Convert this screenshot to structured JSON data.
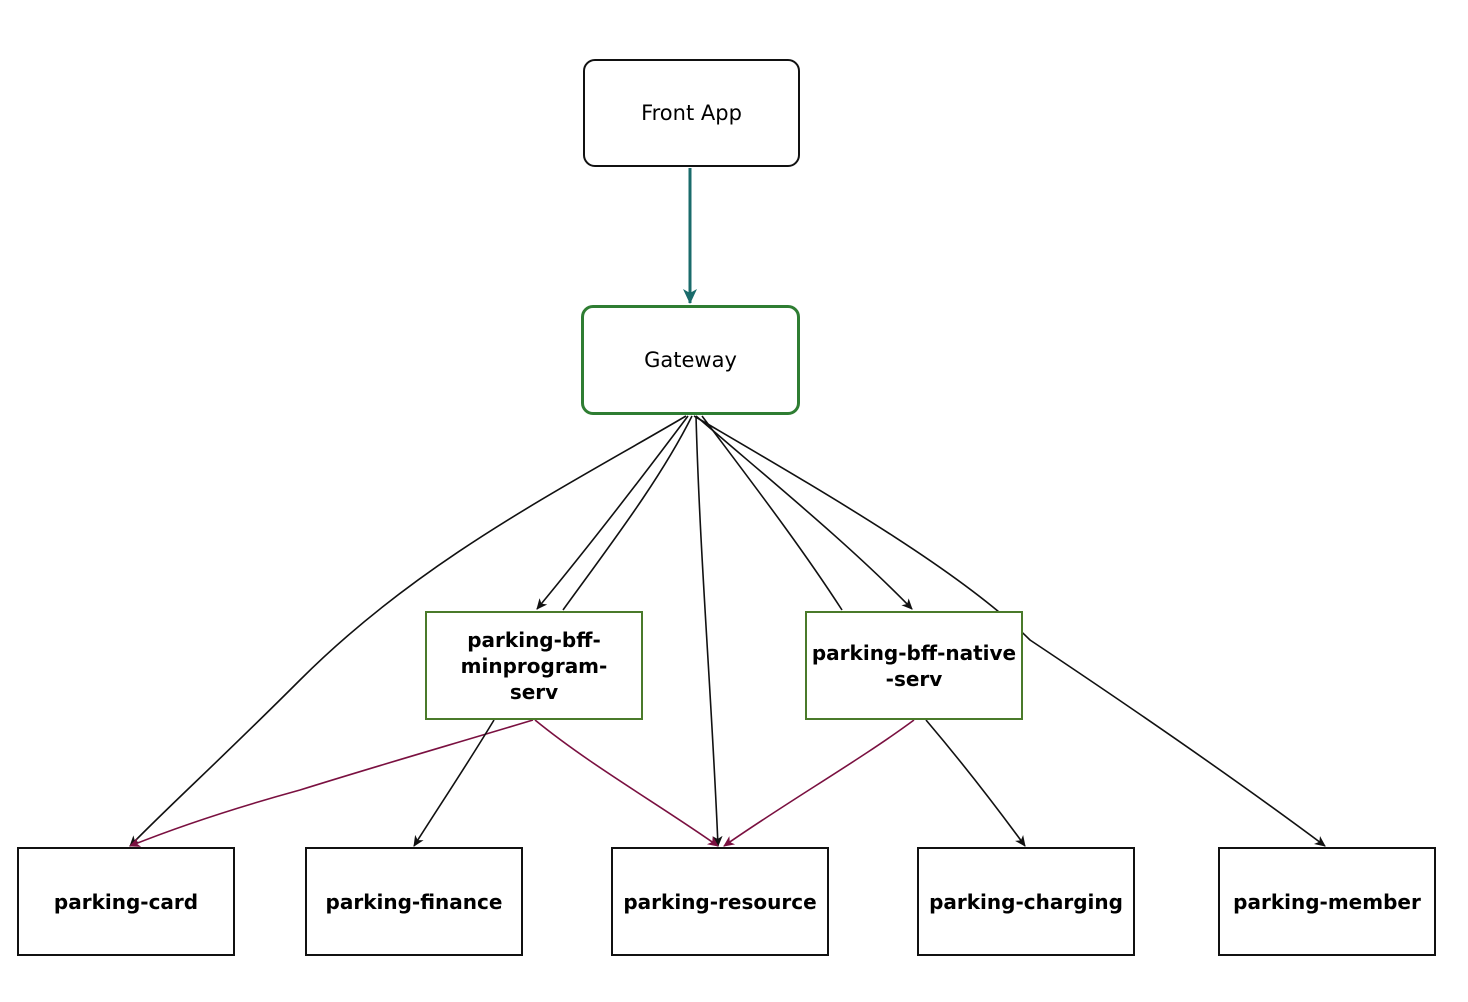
{
  "nodes": {
    "front_app": "Front App",
    "gateway": "Gateway",
    "bff_minprogram": "parking-bff-minprogram-serv",
    "bff_native": "parking-bff-native-serv",
    "card": "parking-card",
    "finance": "parking-finance",
    "resource": "parking-resource",
    "charging": "parking-charging",
    "member": "parking-member"
  },
  "colors": {
    "edge_default": "#111111",
    "edge_front_to_gateway": "#1a6b6b",
    "edge_bff_to_service": "#7a1040",
    "gateway_border": "#2e7d32",
    "bff_border": "#4a7a2a"
  }
}
